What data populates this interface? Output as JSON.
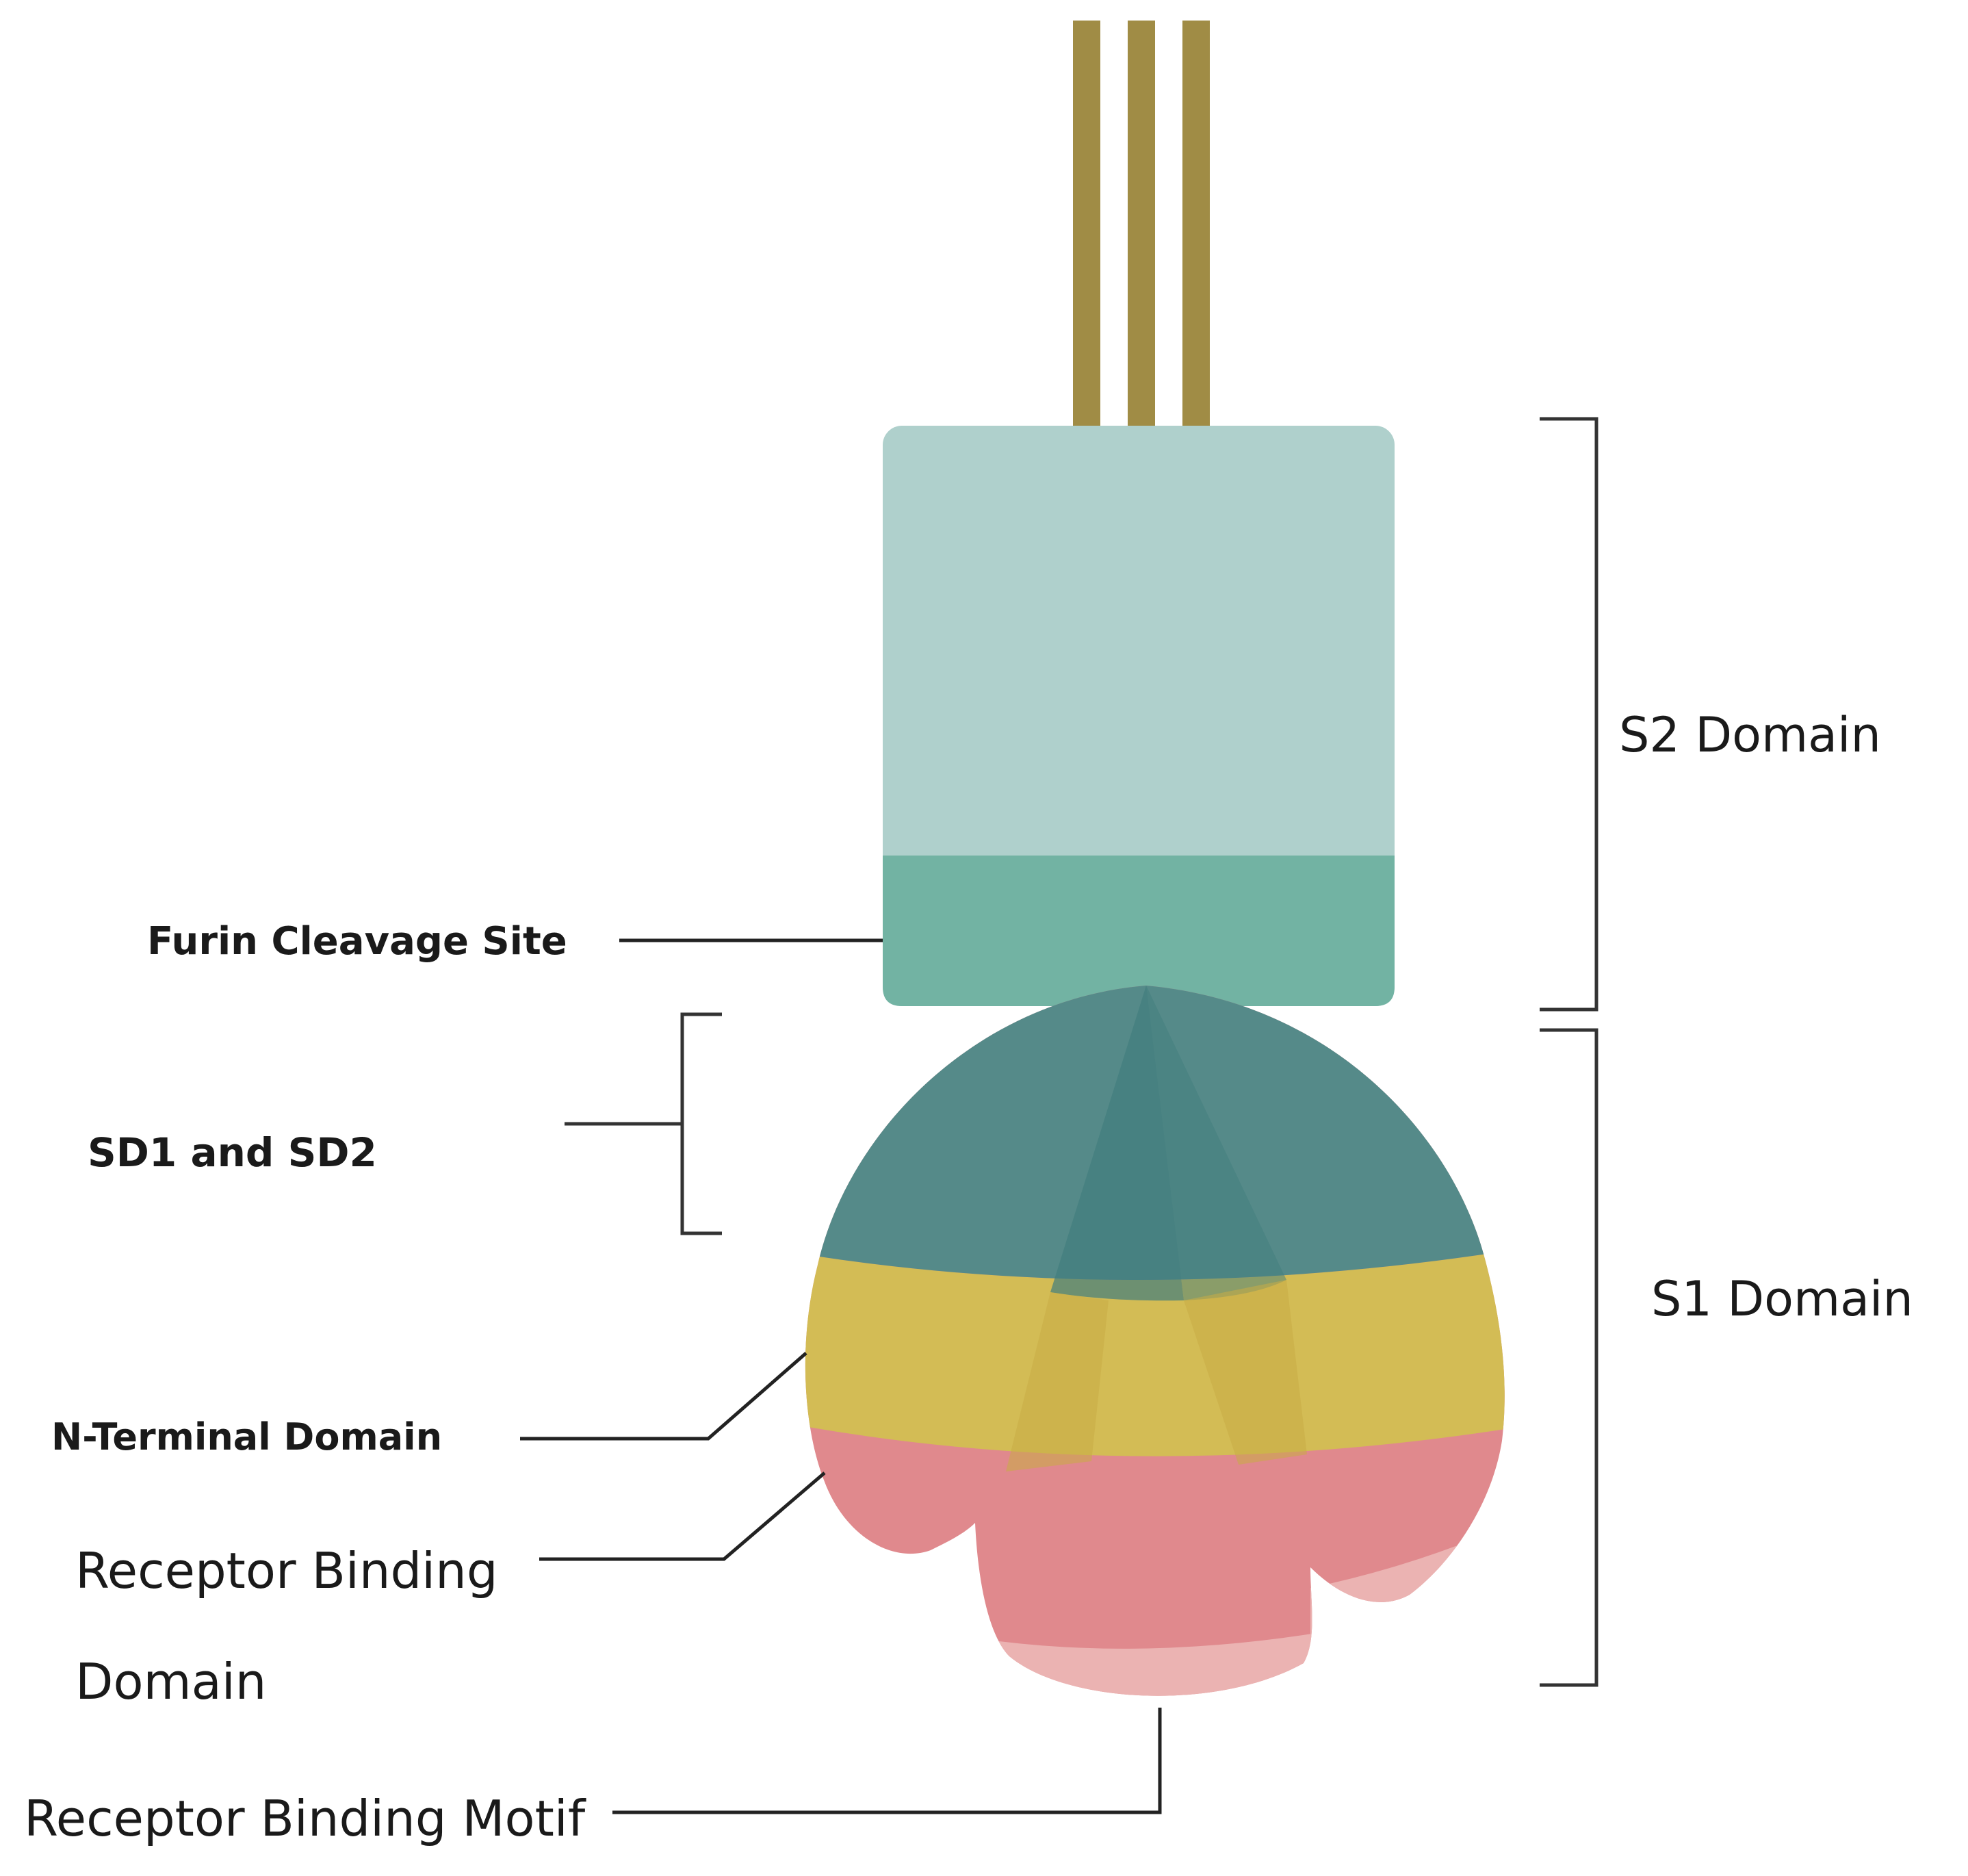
{
  "labels": {
    "s2_domain": "S2 Domain",
    "s1_domain": "S1 Domain",
    "furin_cleavage_site": "Furin Cleavage Site",
    "sd1_sd2": "SD1 and SD2",
    "n_terminal_domain": "N-Terminal Domain",
    "receptor_binding_domain_line1": "Receptor Binding",
    "receptor_binding_domain_line2": "Domain",
    "receptor_binding_motif": "Receptor Binding Motif"
  },
  "colors": {
    "stalk": "#a08c45",
    "s2_body": "#afd0cc",
    "furin_band": "#72b3a3",
    "sd_cap": "#558a89",
    "sd_cap_overlap": "#427e7e",
    "ntd_band": "#d3bc55",
    "rbd": "#e0898d",
    "rbm_tip": "#ebb3b2",
    "line": "#222222",
    "bracket": "#333333"
  }
}
